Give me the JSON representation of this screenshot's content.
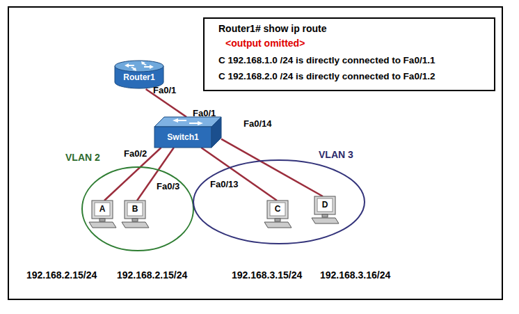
{
  "diagram": {
    "nodes": [
      {
        "text": [
          "Router1# show ip route",
          "<output omitted>",
          "C 192.168.1.0 /24 is directly connected to Fa0/1.1",
          "C 192.168.2.0 /24 is directly connected to Fa0/1.2"
        ]
      },
      {
        "text": [
          "Router1"
        ]
      },
      {
        "text": [
          "Switch1"
        ]
      },
      {
        "text": [
          "VLAN 2"
        ]
      },
      {
        "text": [
          "A"
        ],
        "in": 3
      },
      {
        "text": [
          "B"
        ],
        "in": 3
      },
      {
        "text": [
          "VLAN 3"
        ]
      },
      {
        "text": [
          "C"
        ],
        "in": 6
      },
      {
        "text": [
          "D"
        ],
        "in": 6
      }
    ],
    "edges": [
      {
        "from": 1,
        "to": 2,
        "arrow": "none"
      },
      {
        "from": 2,
        "to": 4,
        "arrow": "none"
      },
      {
        "from": 2,
        "to": 5,
        "arrow": "none"
      },
      {
        "from": 2,
        "to": 7,
        "arrow": "none"
      },
      {
        "from": 2,
        "to": 8,
        "arrow": "none"
      }
    ],
    "labels": [
      "Fa0/1",
      "Fa0/1",
      "Fa0/14",
      "Fa0/2",
      "Fa0/3",
      "Fa0/13",
      "192.168.2.15/24",
      "192.168.2.15/24",
      "192.168.3.15/24",
      "192.168.3.16/24"
    ]
  }
}
